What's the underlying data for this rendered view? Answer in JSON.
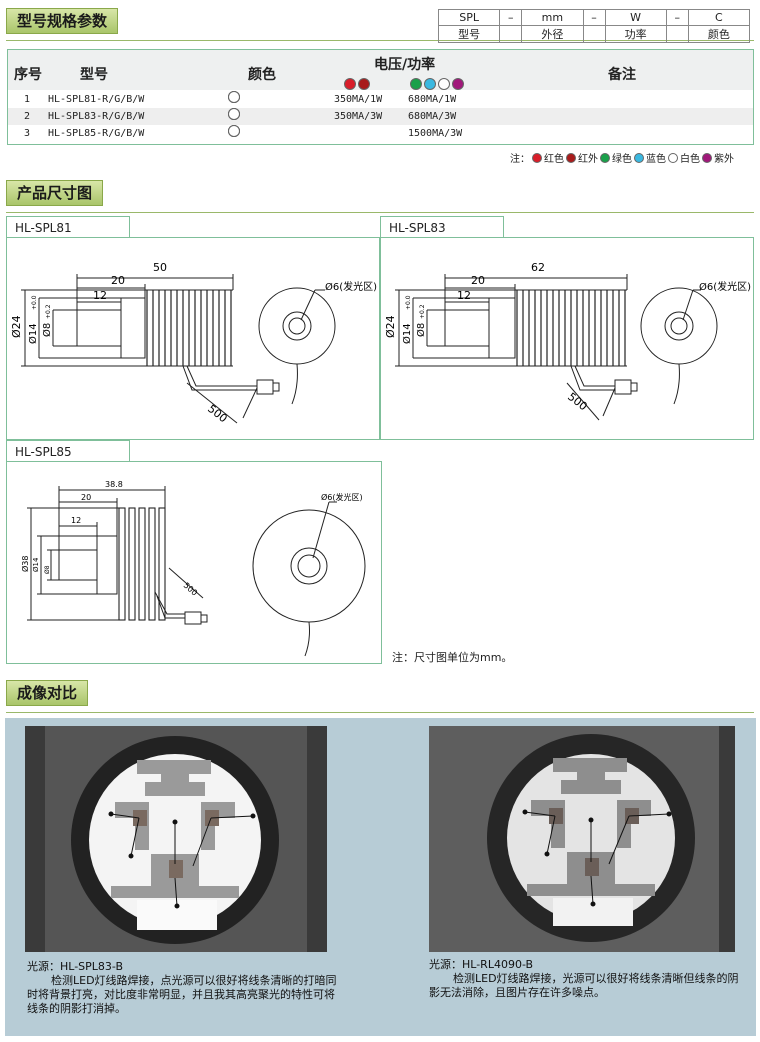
{
  "sections": {
    "spec_title": "型号规格参数",
    "dim_title": "产品尺寸图",
    "compare_title": "成像对比"
  },
  "code_table": {
    "top": [
      "SPL",
      "–",
      "mm",
      "–",
      "W",
      "–",
      "C"
    ],
    "bottom": [
      "型号",
      "",
      "外径",
      "",
      "功率",
      "",
      "颜色"
    ]
  },
  "spec": {
    "headers": {
      "no": "序号",
      "model": "型号",
      "color": "颜色",
      "power": "电压/功率",
      "remark": "备注"
    },
    "rows": [
      {
        "no": "1",
        "model": "HL-SPL81-R/G/B/W",
        "p1": "350MA/1W",
        "p2": "680MA/1W"
      },
      {
        "no": "2",
        "model": "HL-SPL83-R/G/B/W",
        "p1": "350MA/3W",
        "p2": "680MA/3W"
      },
      {
        "no": "3",
        "model": "HL-SPL85-R/G/B/W",
        "p1": "",
        "p2": "1500MA/3W"
      }
    ],
    "notes": {
      "prefix": "注：",
      "items": [
        {
          "label": "红色",
          "color": "#d81e2a"
        },
        {
          "label": "红外",
          "color": "#a81c1c"
        },
        {
          "label": "绿色",
          "color": "#1aa04a"
        },
        {
          "label": "蓝色",
          "color": "#3ab8e0"
        },
        {
          "label": "白色",
          "color": "#ffffff"
        },
        {
          "label": "紫外",
          "color": "#a0187a"
        }
      ]
    }
  },
  "drawings": {
    "spl81": {
      "name": "HL-SPL81",
      "len": "50",
      "d20": "20",
      "d12": "12",
      "od": "Ø24",
      "d14": "Ø14",
      "d8": "Ø8",
      "cable": "500",
      "emit": "Ø6(发光区)"
    },
    "spl83": {
      "name": "HL-SPL83",
      "len": "62",
      "d20": "20",
      "d12": "12",
      "od": "Ø24",
      "d14": "Ø14",
      "d8": "Ø8",
      "cable": "500",
      "emit": "Ø6(发光区)"
    },
    "spl85": {
      "name": "HL-SPL85",
      "len": "38.8",
      "d20": "20",
      "d12": "12",
      "od": "Ø38",
      "d14": "Ø14",
      "d8": "Ø8",
      "cable": "500",
      "emit": "Ø6(发光区)"
    },
    "tol_plus": "+0.0",
    "tol_minus": "-0.1",
    "tol_plus2": "+0.2",
    "tol_minus2": "-0.2",
    "unit_note": "注：尺寸图单位为mm。"
  },
  "compare": {
    "left": {
      "title": "光源：HL-SPL83-B",
      "text": "检测LED灯线路焊接，点光源可以很好将线条清晰的打暗同时将背景打亮，对比度非常明显，并且我其高亮聚光的特性可将线条的阴影打消掉。"
    },
    "right": {
      "title": "光源：HL-RL4090-B",
      "text": "检测LED灯线路焊接，光源可以很好将线条清晰但线条的阴影无法消除，且图片存在许多噪点。"
    }
  },
  "colors": {
    "accent_green": "#7fbf9a",
    "tag_green": "#a9c56a",
    "compare_bg": "#b7ccd6"
  }
}
